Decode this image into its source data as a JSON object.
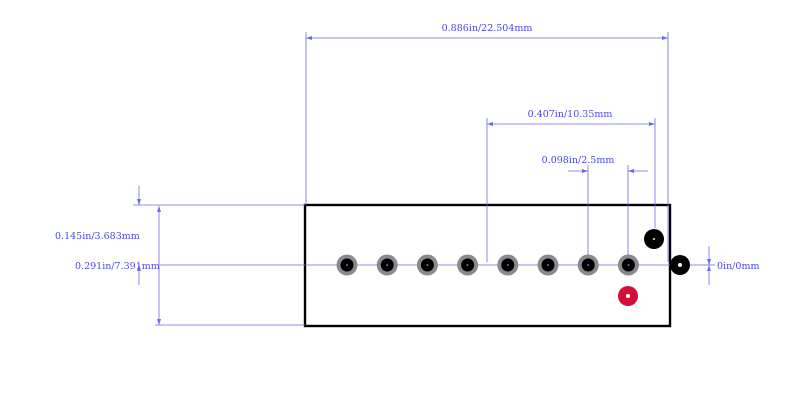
{
  "dimensions": {
    "overall_width": "0.886in/22.504mm",
    "pin_span": "0.407in/10.35mm",
    "pin_pitch": "0.098in/2.5mm",
    "standoff": "0.145in/3.683mm",
    "body_height": "0.291in/7.391mm",
    "zero_offset": "0in/0mm"
  },
  "colors": {
    "outline": "#000000",
    "dimension": "#4848e6",
    "pad_ring": "#8a8a8a",
    "drill": "#000000",
    "pin1_marker": "#d0103a",
    "mount_hole": "#000000"
  },
  "pins": {
    "count": 8
  }
}
